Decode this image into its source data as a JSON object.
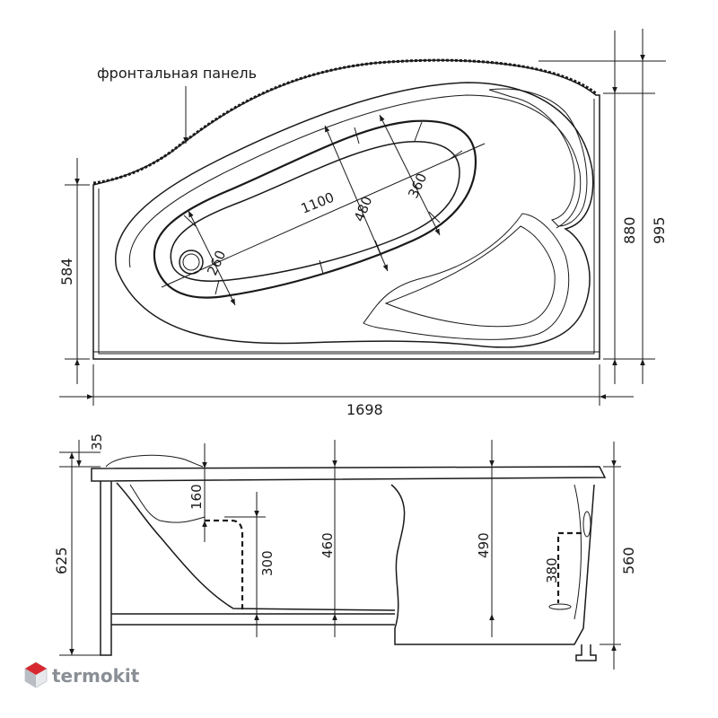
{
  "annotation": "фронтальная панель",
  "top_view": {
    "length": "1698",
    "side_height": "584",
    "height_inner": "880",
    "height_outer": "995",
    "bowl_length": "1100",
    "bowl_width": "480",
    "bowl_narrow": "360",
    "drain": "260"
  },
  "side_view": {
    "rim": "35",
    "total_height": "625",
    "headrest_depth": "160",
    "left_level": "300",
    "mid_depth": "460",
    "right_depth": "490",
    "overflow": "380",
    "right_height": "560"
  },
  "brand": "termokit",
  "colors": {
    "line": "#1a1a1a",
    "brand_red": "#d8282f",
    "brand_gray": "#8a8f96"
  }
}
